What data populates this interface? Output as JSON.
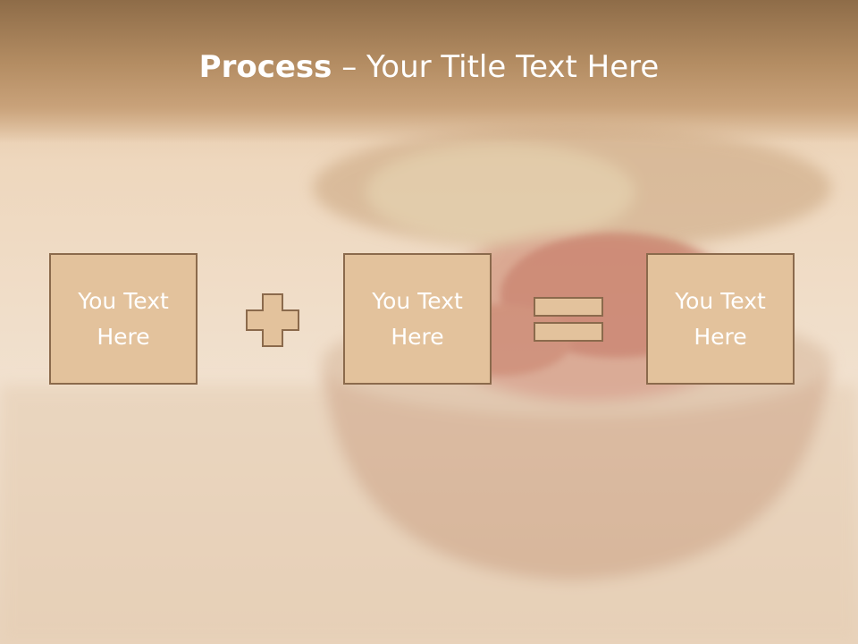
{
  "slide": {
    "title_bold": "Process",
    "title_sep": " – ",
    "title_rest": "Your Title Text Here",
    "box_1_text": "You Text Here",
    "box_2_text": "You Text Here",
    "box_3_text": "You Text Here"
  },
  "icons": {
    "operator_1": "plus-icon",
    "operator_2": "equals-icon"
  },
  "colors": {
    "title_band": "#a9825a",
    "box_fill": "#e3c29c",
    "box_border": "#8b6a4c",
    "text": "#ffffff",
    "background": "#f0dfcc"
  }
}
